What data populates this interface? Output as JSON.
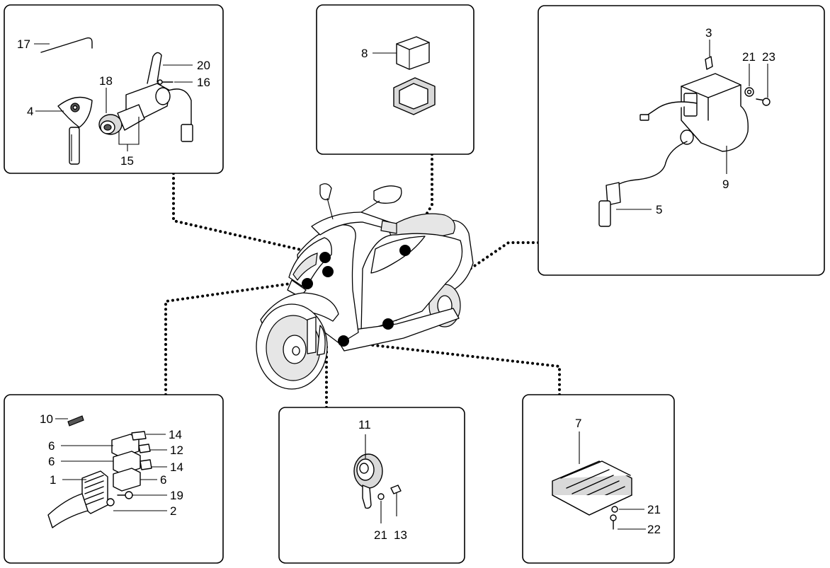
{
  "diagram": {
    "panels": {
      "top_left": {
        "callouts": {
          "c17": "17",
          "c20": "20",
          "c16": "16",
          "c18": "18",
          "c4": "4",
          "c15": "15"
        }
      },
      "top_center": {
        "callouts": {
          "c8": "8"
        }
      },
      "top_right": {
        "callouts": {
          "c3": "3",
          "c21": "21",
          "c23": "23",
          "c9": "9",
          "c5": "5"
        }
      },
      "bottom_left": {
        "callouts": {
          "c10": "10",
          "c6a": "6",
          "c14a": "14",
          "c12": "12",
          "c6b": "6",
          "c14b": "14",
          "c6c": "6",
          "c1": "1",
          "c19": "19",
          "c2": "2"
        }
      },
      "bottom_center": {
        "callouts": {
          "c11": "11",
          "c21": "21",
          "c13": "13"
        }
      },
      "bottom_right": {
        "callouts": {
          "c7": "7",
          "c21": "21",
          "c22": "22"
        }
      }
    },
    "colors": {
      "line": "#000000",
      "background": "#ffffff",
      "shade": "#d9d9d9"
    }
  }
}
